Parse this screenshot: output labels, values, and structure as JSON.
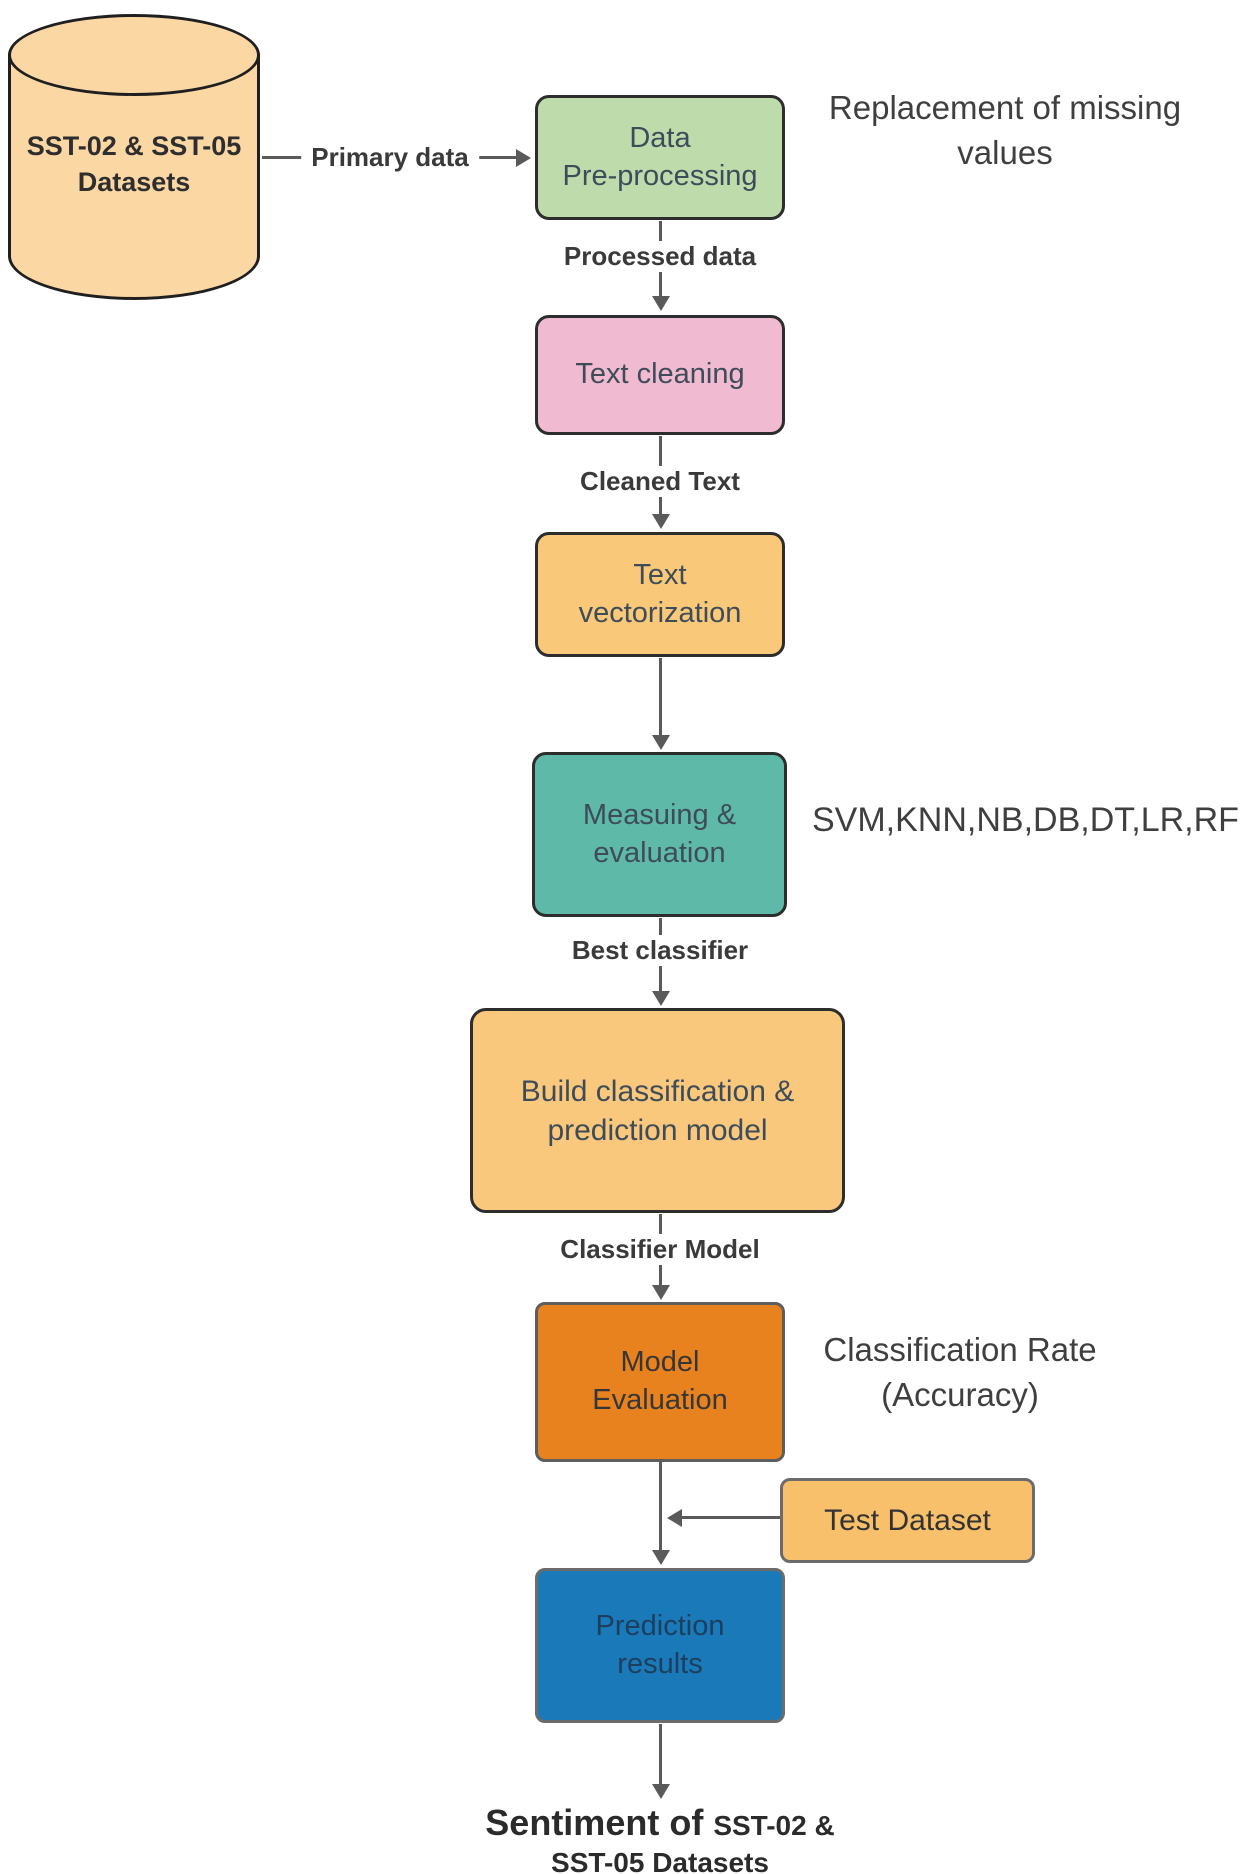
{
  "diagram": {
    "datastore": {
      "label": "SST-02 & SST-05\nDatasets",
      "fill": "#fbd7a3"
    },
    "nodes": {
      "preprocessing": {
        "label": "Data\nPre-processing",
        "fill": "#bedcab"
      },
      "text_cleaning": {
        "label": "Text cleaning",
        "fill": "#f0bad0"
      },
      "text_vectorization": {
        "label": "Text\nvectorization",
        "fill": "#f9c878"
      },
      "measuring_evaluation": {
        "label": "Measuing &\nevaluation",
        "fill": "#5eb9a8"
      },
      "build_model": {
        "label": "Build classification &\nprediction model",
        "fill": "#fac87c"
      },
      "model_evaluation": {
        "label": "Model\nEvaluation",
        "fill": "#e8821e"
      },
      "test_dataset": {
        "label": "Test Dataset",
        "fill": "#f9c06c"
      },
      "prediction_results": {
        "label": "Prediction\nresults",
        "fill": "#1a79b8"
      }
    },
    "edge_labels": {
      "primary_data": "Primary data",
      "processed_data": "Processed data",
      "cleaned_text": "Cleaned Text",
      "best_classifier": "Best classifier",
      "classifier_model": "Classifier Model"
    },
    "annotations": {
      "missing_values": "Replacement of missing\nvalues",
      "classifiers": "SVM,KNN,NB,DB,DT,LR,RF",
      "classification_rate": "Classification Rate\n(Accuracy)"
    },
    "output": {
      "prefix": "Sentiment of",
      "suffix": "SST-02 &",
      "line2": "SST-05 Datasets"
    },
    "colors": {
      "arrow": "#5a5a5a",
      "node_border": "#2d2d2d",
      "gray_border": "#6b6b6b"
    }
  }
}
